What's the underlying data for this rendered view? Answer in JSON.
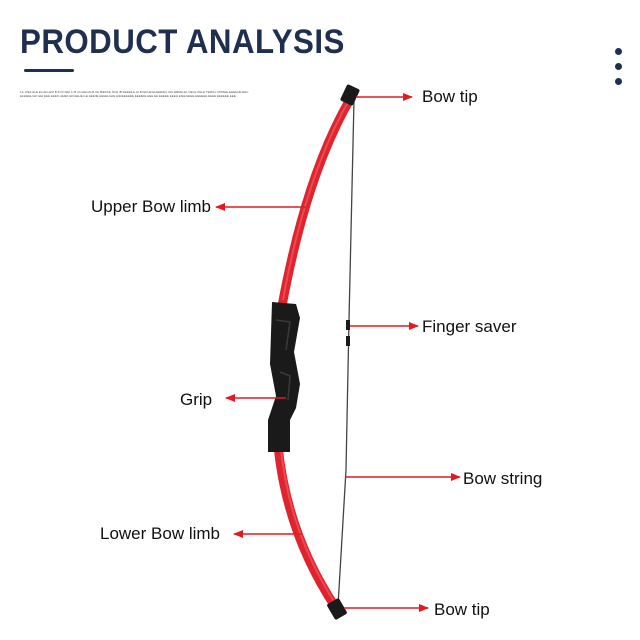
{
  "header": {
    "title": "PRODUCT ANALYSIS",
    "fine_print": "LIL WEF ELE ELLEG EM B IN IN EEI LI B CH EEHALB UH BIEKKE NUE IB EEEEILE HI BI EKHE ELEEEIEU GIH EBHELEL OELE NELE TEMILL OPRIEE EEEEHE EEC ELEIEEH EK EEI EEE EEEK HEIEK ER EEHEI LE EEEIIE EEEEH EIE HIEIEEEEEE EEEIEIE EEE EE EEEEE EEEH EIEE EEEE EEEEEE EEEE EEEEEE EEE"
  },
  "colors": {
    "title": "#1f2f4f",
    "bow_limb": "#e0242e",
    "riser": "#1a1a1a",
    "arrow": "#e01b22",
    "string": "#444444"
  },
  "labels": {
    "bow_tip_top": "Bow tip",
    "upper_limb": "Upper Bow limb",
    "finger_saver": "Finger saver",
    "grip": "Grip",
    "bow_string": "Bow string",
    "lower_limb": "Lower Bow limb",
    "bow_tip_bottom": "Bow tip"
  }
}
